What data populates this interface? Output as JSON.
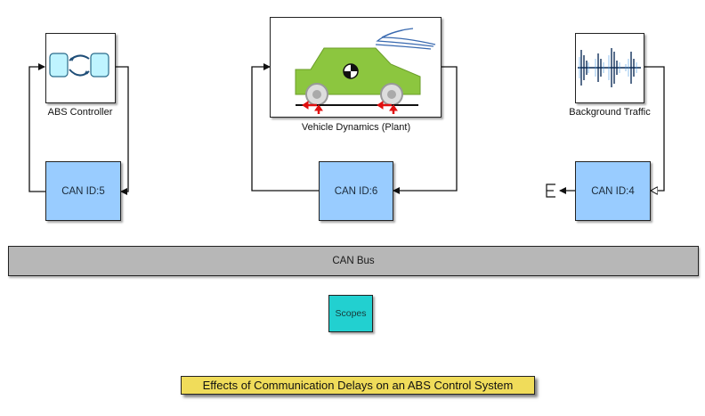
{
  "diagram": {
    "blocks": {
      "abs_controller": {
        "label": "ABS Controller"
      },
      "vehicle_dynamics": {
        "label": "Vehicle Dynamics (Plant)"
      },
      "background_traffic": {
        "label": "Background Traffic"
      },
      "can_id_5": {
        "label": "CAN ID:5"
      },
      "can_id_6": {
        "label": "CAN ID:6"
      },
      "can_id_4": {
        "label": "CAN ID:4"
      },
      "can_bus": {
        "label": "CAN Bus"
      },
      "scopes": {
        "label": "Scopes"
      }
    },
    "annotation": {
      "title": "Effects of Communication Delays on an ABS Control System"
    },
    "colors": {
      "can_node": "#99ccff",
      "can_bus": "#b7b7b7",
      "scopes": "#22d0d0",
      "title_bg": "#f0dc5a",
      "car_body": "#8cc63f"
    }
  }
}
